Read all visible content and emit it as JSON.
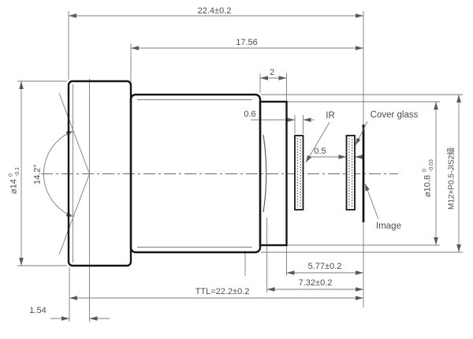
{
  "drawing": {
    "dimensions": {
      "overall_length": "22.4±0.2",
      "front_to_image": "17.56",
      "thread_length": "2",
      "ir_filter_dim": "0.6",
      "cover_glass_dim": "0.5",
      "flange_to_image": "5.77±0.2",
      "rear_vertex_to_image": "7.32±0.2",
      "total_track": "TTL=22.2±0.2",
      "front_recess_depth": "1.54",
      "cone_angle": "14.2°",
      "front_diameter": "⌀14",
      "front_diameter_tol_upper": "0",
      "front_diameter_tol_lower": "-0.1",
      "rear_diameter": "⌀10.8",
      "rear_diameter_tol_upper": "0",
      "rear_diameter_tol_lower": "-0.03",
      "thread_spec": "M12×P0.5-JIS2級"
    },
    "labels": {
      "ir_filter": "IR",
      "cover_glass": "Cover glass",
      "image_plane": "Image"
    }
  },
  "colors": {
    "outline": "#161616",
    "thin_line": "#7c7c7c",
    "text": "#4d4d4d",
    "background": "#ffffff"
  }
}
